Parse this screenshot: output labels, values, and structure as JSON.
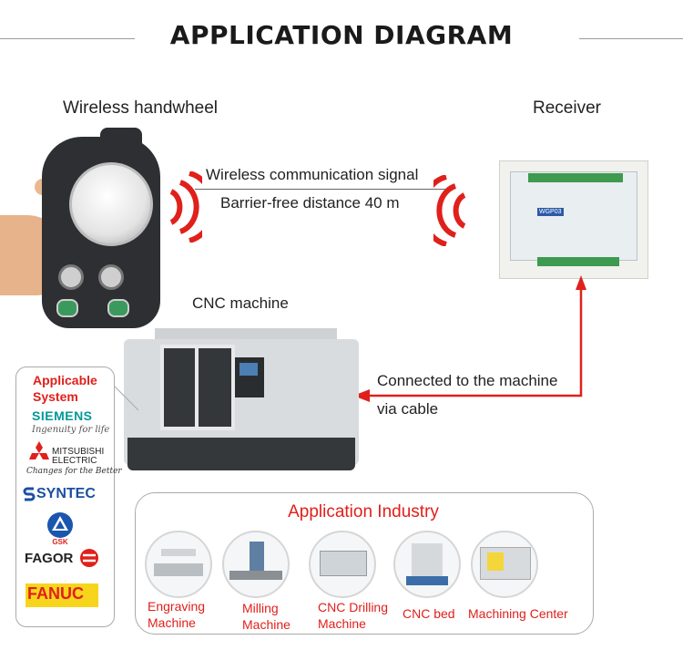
{
  "title": "APPLICATION DIAGRAM",
  "labels": {
    "handwheel": "Wireless handwheel",
    "receiver": "Receiver",
    "signal": "Wireless communication signal",
    "distance": "Barrier-free distance 40 m",
    "cnc_machine": "CNC machine",
    "connected_line1": "Connected to the machine",
    "connected_line2": "via cable",
    "receiver_model": "WGP03"
  },
  "applicable_system": {
    "heading_line1": "Applicable",
    "heading_line2": "System",
    "brands": [
      {
        "name": "SIEMENS",
        "sub": "Ingenuity for life"
      },
      {
        "name": "MITSUBISHI",
        "name2": "ELECTRIC",
        "sub": "Changes for the Better"
      },
      {
        "name": "SYNTEC"
      },
      {
        "name": "GSK"
      },
      {
        "name": "FAGOR"
      },
      {
        "name": "FANUC"
      }
    ]
  },
  "industry": {
    "title": "Application Industry",
    "items": [
      {
        "line1": "Engraving",
        "line2": "Machine"
      },
      {
        "line1": "Milling",
        "line2": "Machine"
      },
      {
        "line1": "CNC Drilling",
        "line2": "Machine"
      },
      {
        "line1": "CNC bed",
        "line2": ""
      },
      {
        "line1": "Machining Center",
        "line2": ""
      }
    ]
  },
  "colors": {
    "accent_red": "#e0201b",
    "signal_red": "#e0201b",
    "siemens_teal": "#009999",
    "syntec_blue": "#1b4fa0",
    "gsk_blue": "#1a56b0",
    "fanuc_yellow": "#f7d51d"
  }
}
